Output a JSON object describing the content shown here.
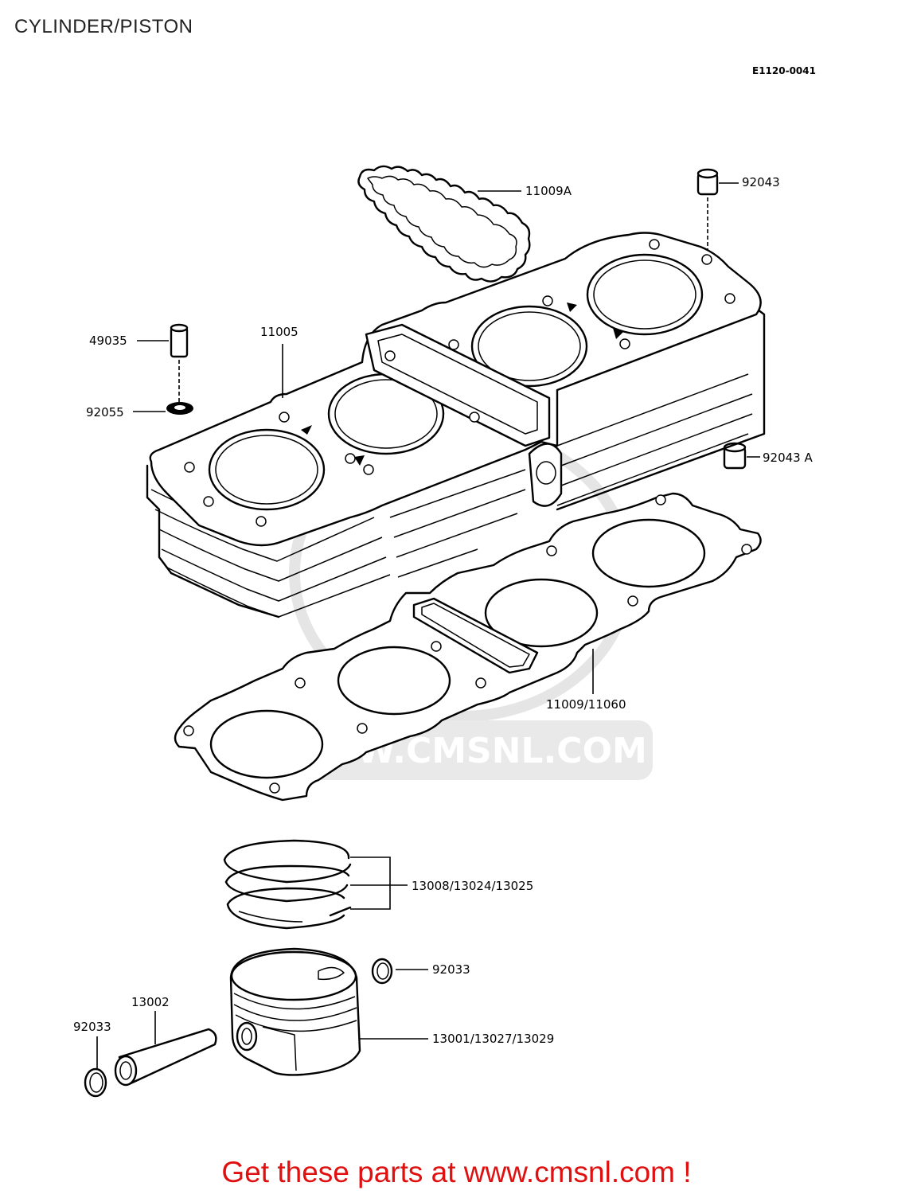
{
  "header": {
    "title": "CYLINDER/PISTON",
    "diagram_code": "E1120-0041"
  },
  "watermark": {
    "text": "WWW.CMSNL.COM",
    "color": "#d8d8d8"
  },
  "callouts": {
    "head_cover_gasket": "11009A",
    "dowel_pin_top": "92043",
    "stud": "49035",
    "cylinder_block": "11005",
    "washer": "92055",
    "dowel_pin_side": "92043 A",
    "base_gasket": "11009/11060",
    "piston_ring_set": "13008/13024/13025",
    "circlip_right": "92033",
    "piston_pin": "13002",
    "circlip_left": "92033",
    "piston": "13001/13027/13029"
  },
  "footer": {
    "text": "Get these parts at www.cmsnl.com !",
    "color": "#e01010"
  }
}
